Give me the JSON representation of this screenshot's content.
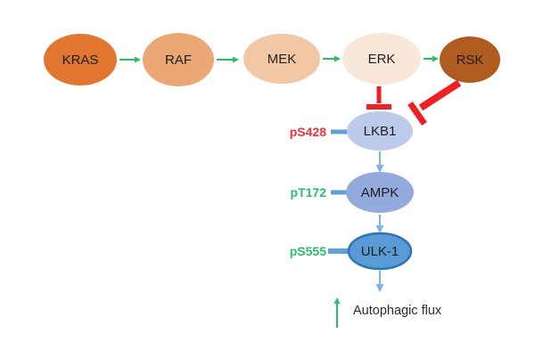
{
  "figure": {
    "background": "#ffffff",
    "nodes": {
      "kras": {
        "label": "KRAS",
        "fill": "#E0762F"
      },
      "raf": {
        "label": "RAF",
        "fill": "#EBA775"
      },
      "mek": {
        "label": "MEK",
        "fill": "#F2C7A6"
      },
      "erk": {
        "label": "ERK",
        "fill": "#F9E7D9"
      },
      "rsk": {
        "label": "RSK",
        "fill": "#B05C20"
      },
      "lkb1": {
        "label": "LKB1",
        "fill": "#BDCAE9"
      },
      "ampk": {
        "label": "AMPK",
        "fill": "#94A9DC"
      },
      "ulk1": {
        "label": "ULK-1",
        "fill": "#5B9BD5",
        "border": "#2E75B6"
      }
    },
    "phospho": {
      "ps428": {
        "label": "pS428",
        "color": "#ED3237"
      },
      "pt172": {
        "label": "pT172",
        "color": "#2BBE68"
      },
      "ps555": {
        "label": "pS555",
        "color": "#2BBE68"
      }
    },
    "flux": {
      "label": "Autophagic flux",
      "color": "#2B2B2B"
    },
    "colors": {
      "activation": "#2BBE68",
      "inhibition": "#EE2024",
      "cascade_arrow": "#7FB2E5",
      "phospho_tick": "#5FA0D8",
      "node_text": "#1F1F1F"
    }
  }
}
